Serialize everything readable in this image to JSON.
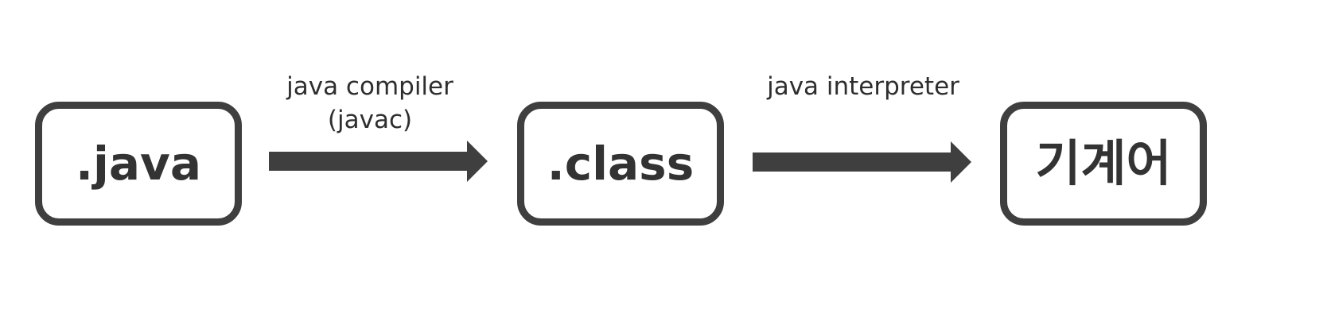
{
  "diagram": {
    "nodes": [
      {
        "id": "source",
        "label": ".java"
      },
      {
        "id": "bytecode",
        "label": ".class"
      },
      {
        "id": "machine",
        "label": "기계어"
      }
    ],
    "edges": [
      {
        "from": "source",
        "to": "bytecode",
        "label_lines": [
          "java compiler",
          "(javac)"
        ]
      },
      {
        "from": "bytecode",
        "to": "machine",
        "label_lines": [
          "java interpreter"
        ]
      }
    ]
  },
  "colors": {
    "stroke": "#3f3f3f",
    "text": "#333333",
    "background": "#ffffff"
  }
}
